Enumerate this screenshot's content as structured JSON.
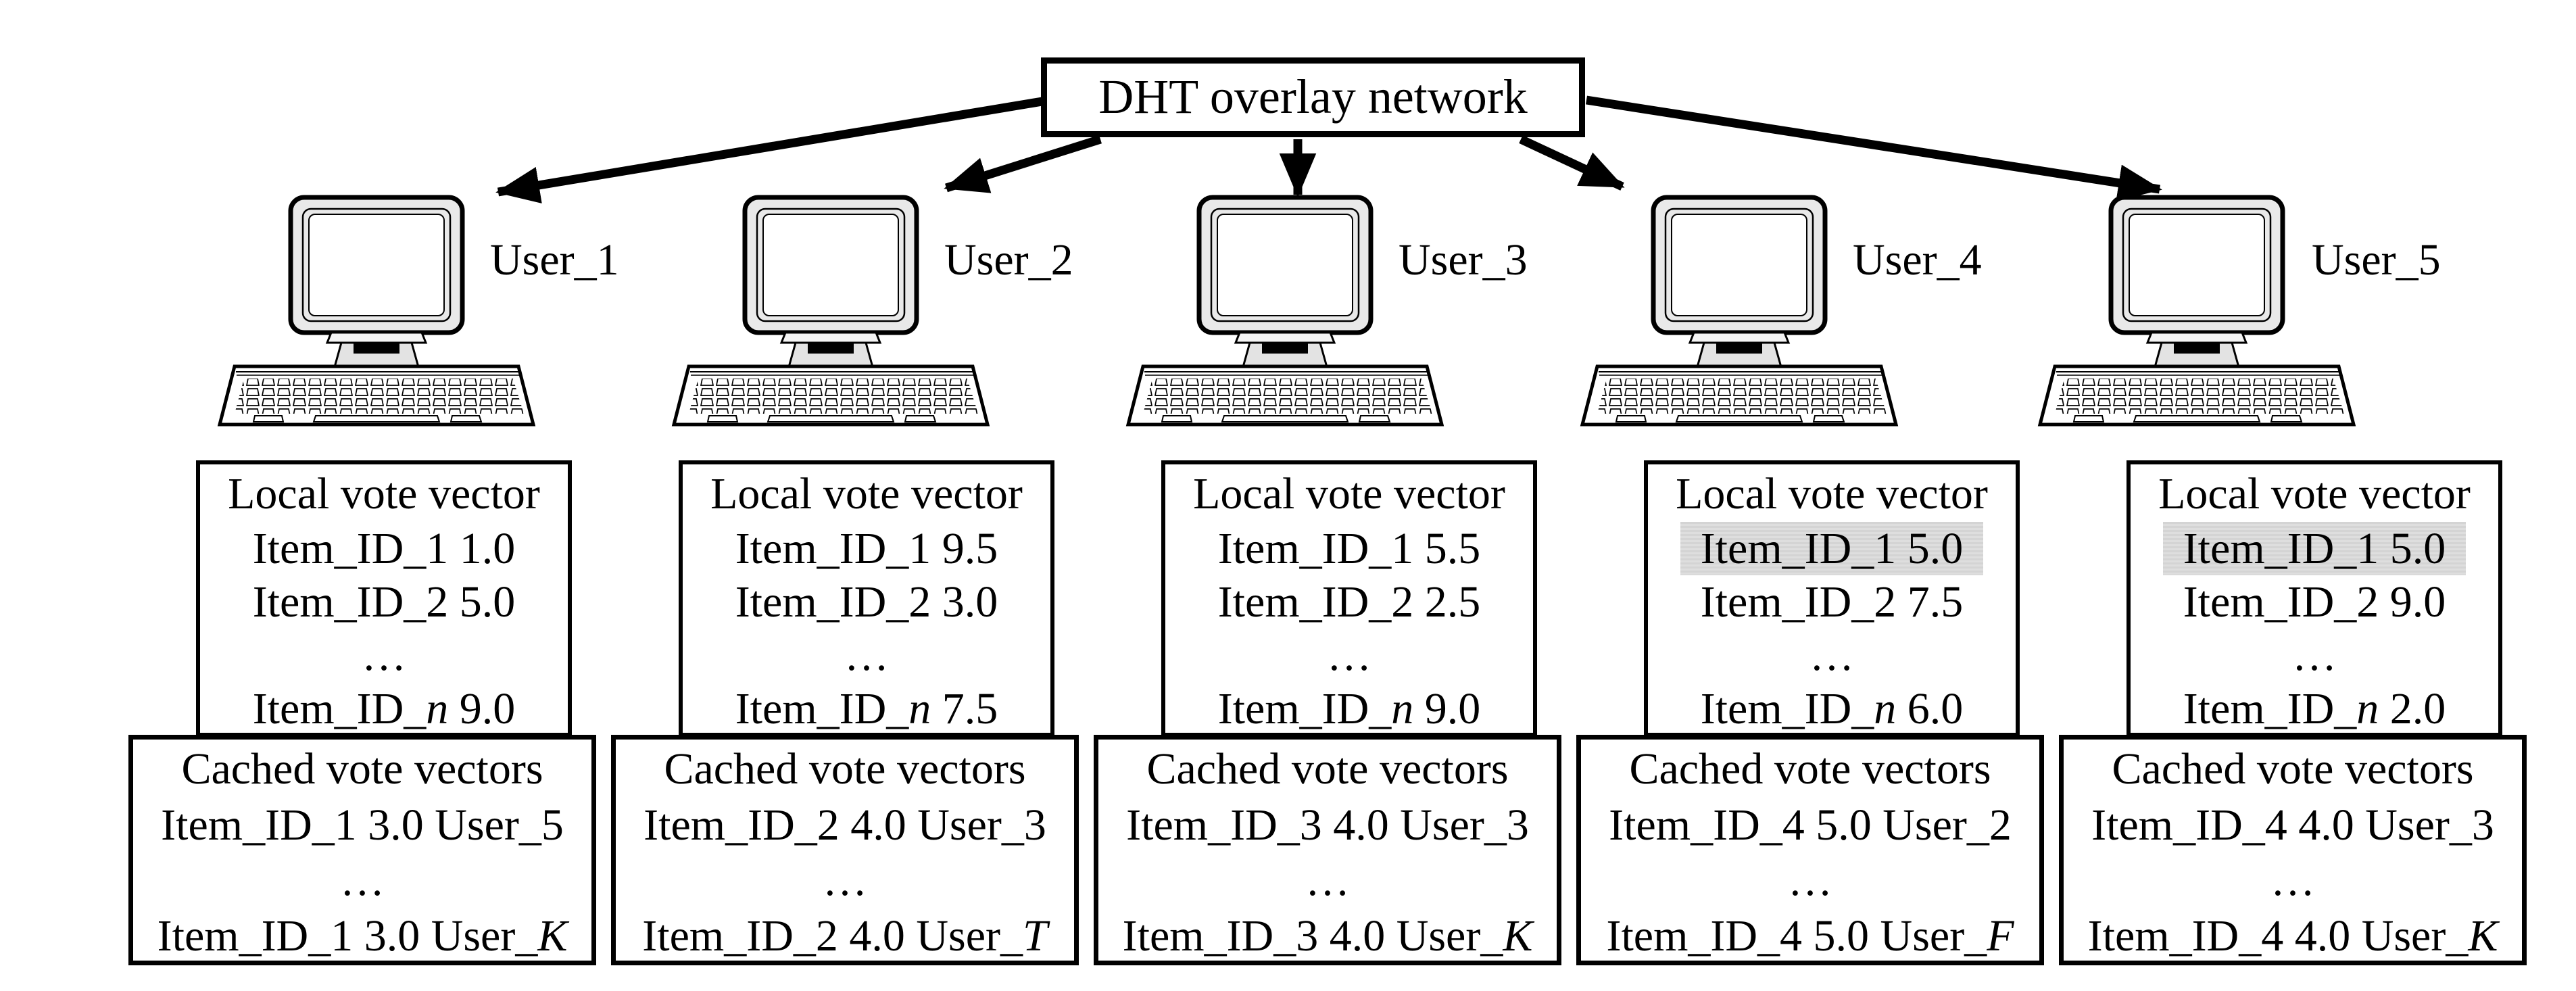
{
  "header": {
    "title": "DHT overlay network"
  },
  "colors": {
    "ink": "#000000",
    "background": "#ffffff",
    "monitor_fill": "#e9e9e9",
    "pedestal_fill": "#e3e3e3",
    "highlight": "#d9d9d9"
  },
  "icons": {
    "computer": "desktop-computer-icon",
    "arrowhead": "arrowhead-icon"
  },
  "columns": [
    {
      "user": "User_1",
      "local": {
        "title": "Local vote vector",
        "rows": [
          {
            "seg": [
              {
                "t": "Item_ID_1 1.0"
              }
            ]
          },
          {
            "seg": [
              {
                "t": "Item_ID_2 5.0"
              }
            ]
          },
          {
            "seg": [
              {
                "t": "…"
              }
            ]
          },
          {
            "seg": [
              {
                "t": "Item_ID_"
              },
              {
                "t": "n",
                "i": true
              },
              {
                "t": " 9.0"
              }
            ]
          }
        ]
      },
      "cached": {
        "title": "Cached vote vectors",
        "rows": [
          {
            "seg": [
              {
                "t": "Item_ID_1 3.0 User_5"
              }
            ]
          },
          {
            "seg": [
              {
                "t": "…"
              }
            ]
          },
          {
            "seg": [
              {
                "t": "Item_ID_1 3.0 User_"
              },
              {
                "t": "K",
                "i": true
              }
            ]
          }
        ]
      }
    },
    {
      "user": "User_2",
      "local": {
        "title": "Local vote vector",
        "rows": [
          {
            "seg": [
              {
                "t": "Item_ID_1 9.5"
              }
            ]
          },
          {
            "seg": [
              {
                "t": "Item_ID_2 3.0"
              }
            ]
          },
          {
            "seg": [
              {
                "t": "…"
              }
            ]
          },
          {
            "seg": [
              {
                "t": "Item_ID_"
              },
              {
                "t": "n",
                "i": true
              },
              {
                "t": " 7.5"
              }
            ]
          }
        ]
      },
      "cached": {
        "title": "Cached vote vectors",
        "rows": [
          {
            "seg": [
              {
                "t": "Item_ID_2 4.0 User_3"
              }
            ]
          },
          {
            "seg": [
              {
                "t": "…"
              }
            ]
          },
          {
            "seg": [
              {
                "t": "Item_ID_2 4.0 User_"
              },
              {
                "t": "T",
                "i": true
              }
            ]
          }
        ]
      }
    },
    {
      "user": "User_3",
      "local": {
        "title": "Local vote vector",
        "rows": [
          {
            "seg": [
              {
                "t": "Item_ID_1 5.5"
              }
            ]
          },
          {
            "seg": [
              {
                "t": "Item_ID_2 2.5"
              }
            ]
          },
          {
            "seg": [
              {
                "t": "…"
              }
            ]
          },
          {
            "seg": [
              {
                "t": "Item_ID_"
              },
              {
                "t": "n",
                "i": true
              },
              {
                "t": " 9.0"
              }
            ]
          }
        ]
      },
      "cached": {
        "title": "Cached vote vectors",
        "rows": [
          {
            "seg": [
              {
                "t": "Item_ID_3 4.0 User_3"
              }
            ]
          },
          {
            "seg": [
              {
                "t": "…"
              }
            ]
          },
          {
            "seg": [
              {
                "t": "Item_ID_3 4.0 User_"
              },
              {
                "t": "K",
                "i": true
              }
            ]
          }
        ]
      }
    },
    {
      "user": "User_4",
      "local": {
        "title": "Local vote vector",
        "rows": [
          {
            "hl": true,
            "seg": [
              {
                "t": "Item_ID_1 5.0"
              }
            ]
          },
          {
            "seg": [
              {
                "t": "Item_ID_2 7.5"
              }
            ]
          },
          {
            "seg": [
              {
                "t": "…"
              }
            ]
          },
          {
            "seg": [
              {
                "t": "Item_ID_"
              },
              {
                "t": "n",
                "i": true
              },
              {
                "t": " 6.0"
              }
            ]
          }
        ]
      },
      "cached": {
        "title": "Cached vote vectors",
        "rows": [
          {
            "seg": [
              {
                "t": "Item_ID_4 5.0 User_2"
              }
            ]
          },
          {
            "seg": [
              {
                "t": "…"
              }
            ]
          },
          {
            "seg": [
              {
                "t": "Item_ID_4 5.0 User_"
              },
              {
                "t": "F",
                "i": true
              }
            ]
          }
        ]
      }
    },
    {
      "user": "User_5",
      "local": {
        "title": "Local vote vector",
        "rows": [
          {
            "hl": true,
            "seg": [
              {
                "t": "Item_ID_1 5.0"
              }
            ]
          },
          {
            "seg": [
              {
                "t": "Item_ID_2 9.0"
              }
            ]
          },
          {
            "seg": [
              {
                "t": "…"
              }
            ]
          },
          {
            "seg": [
              {
                "t": "Item_ID_"
              },
              {
                "t": "n",
                "i": true
              },
              {
                "t": " 2.0"
              }
            ]
          }
        ]
      },
      "cached": {
        "title": "Cached vote vectors",
        "rows": [
          {
            "seg": [
              {
                "t": "Item_ID_4 4.0 User_3"
              }
            ]
          },
          {
            "seg": [
              {
                "t": "…"
              }
            ]
          },
          {
            "seg": [
              {
                "t": "Item_ID_4 4.0 User_"
              },
              {
                "t": "K",
                "i": true
              }
            ]
          }
        ]
      }
    }
  ]
}
